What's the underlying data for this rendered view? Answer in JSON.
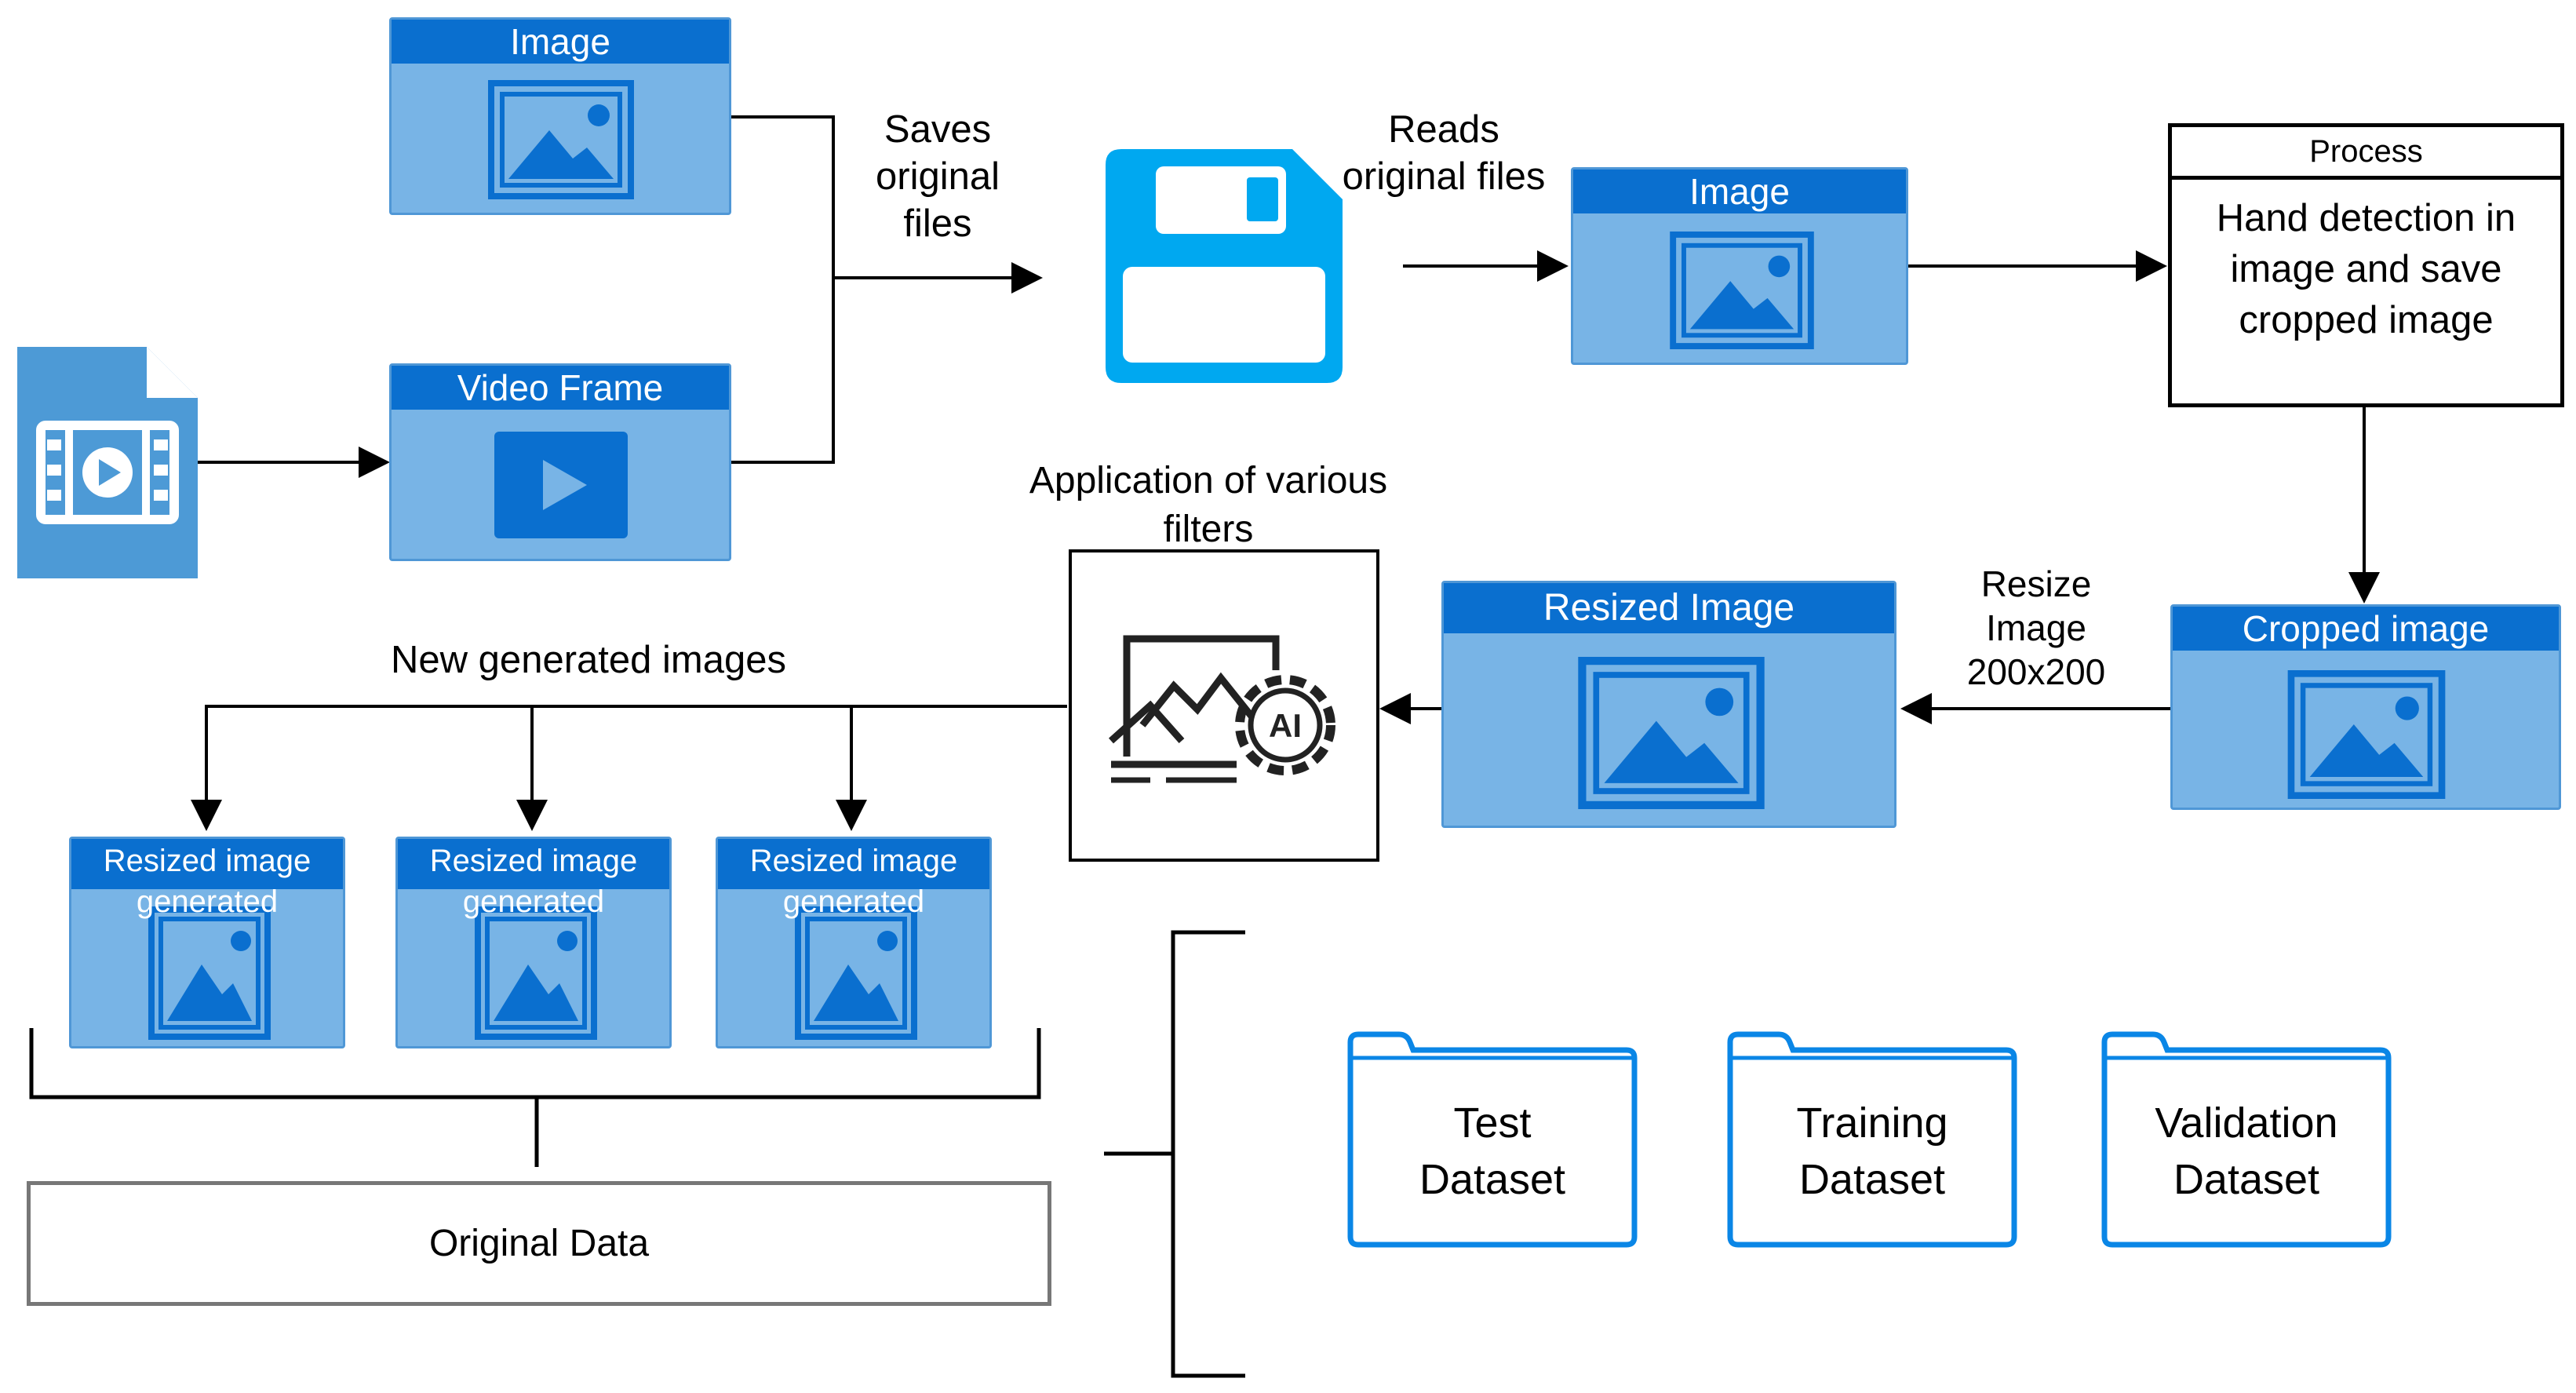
{
  "colors": {
    "card_fill": "#78b4e6",
    "card_border": "#4f97d6",
    "card_header": "#0a6fcf",
    "icon_blue": "#0a6fcf",
    "floppy_blue": "#00a8f0",
    "connector": "#000000",
    "box_border": "#000000",
    "original_data_border": "#777777"
  },
  "cards": {
    "image_top": {
      "title": "Image",
      "icon": "image-icon"
    },
    "video_frame": {
      "title": "Video Frame",
      "icon": "play-icon"
    },
    "image_read": {
      "title": "Image",
      "icon": "image-icon"
    },
    "cropped": {
      "title": "Cropped image",
      "icon": "image-icon"
    },
    "resized": {
      "title": "Resized Image",
      "icon": "image-icon"
    },
    "gen1": {
      "title_line1": "Resized image",
      "title_line2": "generated",
      "icon": "image-icon"
    },
    "gen2": {
      "title_line1": "Resized image",
      "title_line2": "generated",
      "icon": "image-icon"
    },
    "gen3": {
      "title_line1": "Resized image",
      "title_line2": "generated",
      "icon": "image-icon"
    }
  },
  "labels": {
    "saves": {
      "line1": "Saves",
      "line2": "original",
      "line3": "files"
    },
    "reads": {
      "line1": "Reads",
      "line2": "original files"
    },
    "filters": {
      "line1": "Application of various",
      "line2": "filters"
    },
    "resize": {
      "line1": "Resize",
      "line2": "Image",
      "line3": "200x200"
    },
    "new_generated": "New generated images"
  },
  "process_box": {
    "header": "Process",
    "body_line1": "Hand detection in",
    "body_line2": "image and save",
    "body_line3": "cropped image"
  },
  "original_data": "Original Data",
  "datasets": [
    {
      "line1": "Test",
      "line2": "Dataset"
    },
    {
      "line1": "Training",
      "line2": "Dataset"
    },
    {
      "line1": "Validation",
      "line2": "Dataset"
    }
  ],
  "icons": {
    "video_file": "video-file-icon",
    "floppy": "floppy-disk-icon",
    "ai_filters": "ai-gear-image-icon",
    "folder": "folder-icon"
  }
}
